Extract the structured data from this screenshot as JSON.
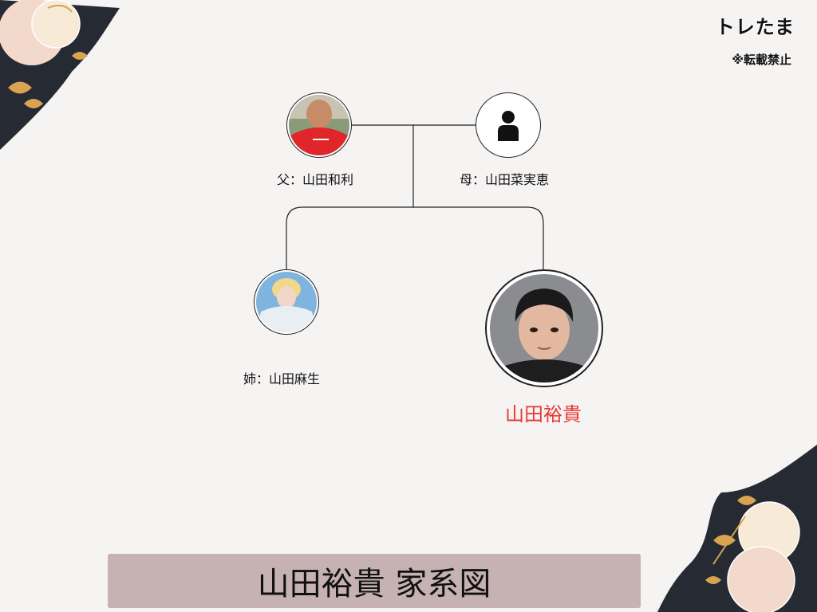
{
  "brand": {
    "logo": "トレたま",
    "notice": "※転載禁止"
  },
  "family": {
    "father": {
      "label": "父：山田和利",
      "icon": "father-photo"
    },
    "mother": {
      "label": "母：山田菜実恵",
      "icon": "person-silhouette-icon"
    },
    "sister": {
      "label": "姉：山田麻生",
      "icon": "sister-photo"
    },
    "subject": {
      "name": "山田裕貴",
      "icon": "subject-photo"
    }
  },
  "title": "山田裕貴 家系図",
  "colors": {
    "background": "#f6f3f3",
    "accent": "#e53935",
    "title_bar": "#c6b1b3",
    "flower_dark": "#262a33",
    "flower_gold": "#d9a352"
  }
}
